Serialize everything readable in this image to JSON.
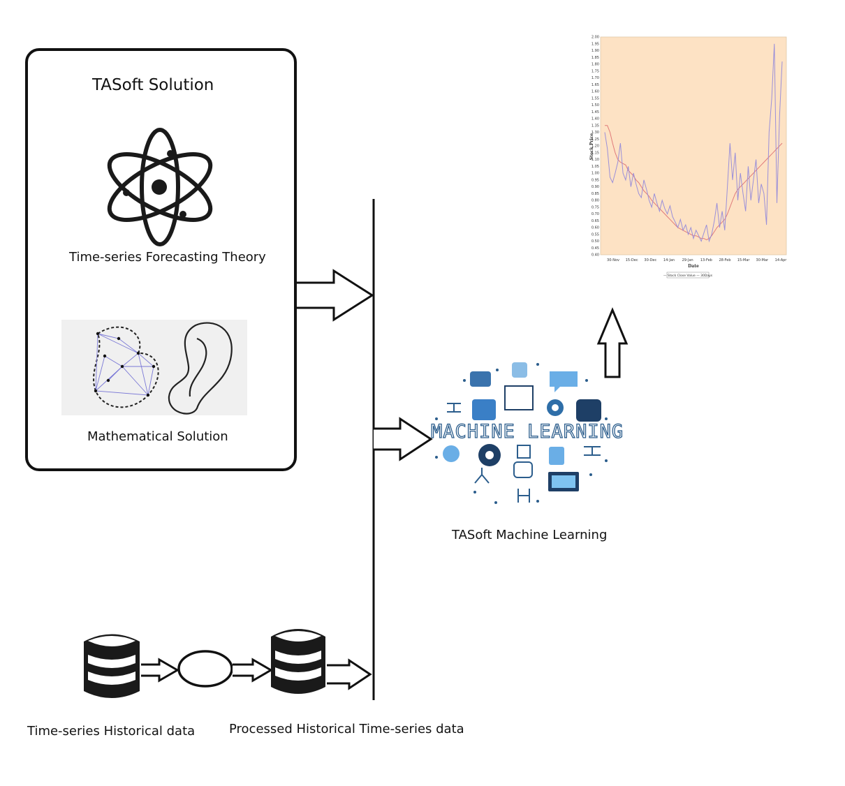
{
  "solution_box": {
    "title": "TASoft Solution",
    "theory_label": "Time-series Forecasting Theory",
    "math_label": "Mathematical Solution"
  },
  "machine_learning": {
    "logo_text": "MACHINE LEARNING",
    "label": "TASoft Machine Learning"
  },
  "data_pipeline": {
    "raw_label": "Time-series Historical data",
    "processed_label": "Processed Historical Time-series data"
  },
  "colors": {
    "line": "#111111",
    "plot_bg": "#fde2c4",
    "ml_blue": "#2b6aa8",
    "series_close": "#9a8fd9",
    "series_ma": "#e07a7a"
  },
  "chart_data": {
    "type": "line",
    "xlabel": "Date",
    "ylabel": "Stock Price",
    "ylim": [
      0.4,
      2.0
    ],
    "yticks": [
      "0.40",
      "0.45",
      "0.50",
      "0.55",
      "0.60",
      "0.65",
      "0.70",
      "0.75",
      "0.80",
      "0.85",
      "0.90",
      "0.95",
      "1.00",
      "1.05",
      "1.10",
      "1.15",
      "1.20",
      "1.25",
      "1.30",
      "1.35",
      "1.40",
      "1.45",
      "1.50",
      "1.55",
      "1.60",
      "1.65",
      "1.70",
      "1.75",
      "1.80",
      "1.85",
      "1.90",
      "1.95",
      "2.00"
    ],
    "xticks": [
      "30-Nov",
      "15-Dec",
      "30-Dec",
      "14-Jan",
      "29-Jan",
      "13-Feb",
      "28-Feb",
      "15-Mar",
      "30-Mar",
      "14-Apr"
    ],
    "legend": "— Stock Close Value  — 30Days",
    "series": [
      {
        "name": "Stock Close Value",
        "values": [
          1.3,
          1.18,
          0.97,
          0.93,
          1.0,
          1.08,
          1.22,
          1.0,
          0.95,
          1.05,
          0.9,
          1.0,
          0.92,
          0.85,
          0.82,
          0.95,
          0.88,
          0.8,
          0.75,
          0.85,
          0.78,
          0.72,
          0.8,
          0.74,
          0.7,
          0.76,
          0.68,
          0.64,
          0.6,
          0.66,
          0.58,
          0.62,
          0.55,
          0.6,
          0.52,
          0.58,
          0.54,
          0.5,
          0.56,
          0.62,
          0.5,
          0.55,
          0.65,
          0.78,
          0.6,
          0.72,
          0.58,
          0.9,
          1.22,
          0.95,
          1.15,
          0.8,
          1.0,
          0.85,
          0.72,
          1.05,
          0.8,
          0.95,
          1.1,
          0.78,
          0.92,
          0.85,
          0.62,
          1.3,
          1.55,
          1.95,
          0.78,
          1.42,
          1.82
        ]
      },
      {
        "name": "30Days",
        "values": [
          1.35,
          1.35,
          1.3,
          1.22,
          1.15,
          1.1,
          1.08,
          1.07,
          1.06,
          1.02,
          1.0,
          0.98,
          0.95,
          0.93,
          0.9,
          0.87,
          0.85,
          0.83,
          0.8,
          0.78,
          0.76,
          0.74,
          0.72,
          0.7,
          0.68,
          0.66,
          0.64,
          0.62,
          0.6,
          0.59,
          0.58,
          0.57,
          0.56,
          0.55,
          0.54,
          0.54,
          0.53,
          0.52,
          0.52,
          0.51,
          0.52,
          0.54,
          0.57,
          0.6,
          0.62,
          0.64,
          0.66,
          0.7,
          0.75,
          0.8,
          0.85,
          0.88,
          0.9,
          0.92,
          0.94,
          0.96,
          0.98,
          1.0,
          1.02,
          1.04,
          1.06,
          1.08,
          1.1,
          1.12,
          1.14,
          1.16,
          1.18,
          1.2,
          1.22
        ]
      }
    ]
  }
}
